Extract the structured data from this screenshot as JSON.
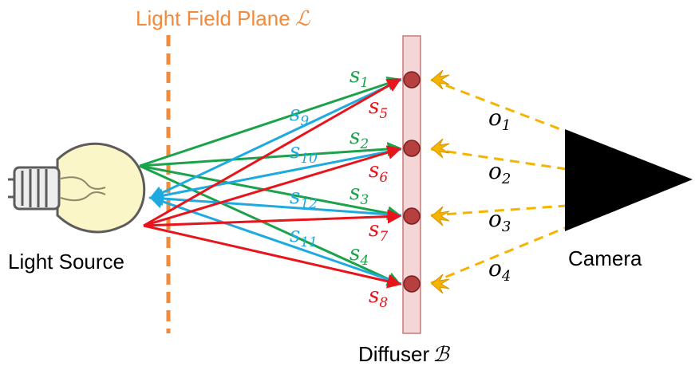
{
  "title": {
    "text": "Light Field Plane",
    "symbol": "ℒ"
  },
  "labels": {
    "light_source": "Light Source",
    "camera": "Camera",
    "diffuser": "Diffuser",
    "diffuser_symbol": "ℬ"
  },
  "colors": {
    "orange": "#F28A3C",
    "green": "#1AA34A",
    "blue": "#1FA9E1",
    "red": "#E8141B",
    "yellow": "#F5B400",
    "diffuser_fill": "#F4D6D6",
    "diffuser_stroke": "#C77A7A",
    "point_fill": "#B5403F",
    "point_stroke": "#7A2020",
    "bulb_fill": "#FBF6C8",
    "bulb_stroke": "#5C5C5C",
    "camera": "#000000"
  },
  "ray_labels": {
    "s1": "s",
    "s1_sub": "1",
    "s2": "s",
    "s2_sub": "2",
    "s3": "s",
    "s3_sub": "3",
    "s4": "s",
    "s4_sub": "4",
    "s5": "s",
    "s5_sub": "5",
    "s6": "s",
    "s6_sub": "6",
    "s7": "s",
    "s7_sub": "7",
    "s8": "s",
    "s8_sub": "8",
    "s9": "s",
    "s9_sub": "9",
    "s10": "s",
    "s10_sub": "10",
    "s11": "s",
    "s11_sub": "11",
    "s12": "s",
    "s12_sub": "12"
  },
  "observations": {
    "o1": "o",
    "o1_sub": "1",
    "o2": "o",
    "o2_sub": "2",
    "o3": "o",
    "o3_sub": "3",
    "o4": "o",
    "o4_sub": "4"
  }
}
